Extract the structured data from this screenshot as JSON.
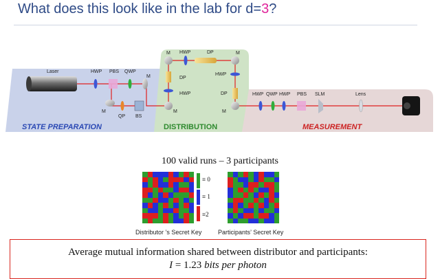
{
  "slide": {
    "title_prefix": "What does this look like in the lab for d=",
    "title_value": "3",
    "title_suffix": "?"
  },
  "setup": {
    "stages": {
      "state_preparation": "STATE PREPARATION",
      "distribution": "DISTRIBUTION",
      "measurement": "MEASUREMENT"
    },
    "labels": {
      "laser": "Laser",
      "hwp": "HWP",
      "pbs": "PBS",
      "qwp": "QWP",
      "m": "M",
      "qp": "QP",
      "bs": "BS",
      "dp": "DP",
      "slm": "SLM",
      "lens": "Lens"
    },
    "colors": {
      "prep_panel": "#c9d2ea",
      "dist_panel": "#cfe3c6",
      "meas_panel": "#e6d7d7",
      "prep_text": "#2b49b4",
      "dist_text": "#2f8a2f",
      "meas_text": "#cc2222",
      "beam": "#e02020"
    }
  },
  "keys": {
    "caption": "100 valid runs – 3 participants",
    "distributor_label": "Distributor ’s Secret Key",
    "participants_label": "Participants’ Secret Key",
    "legend": [
      "≡ 0",
      "≡ 1",
      "≡2"
    ],
    "colors": {
      "0": "#2e9e2e",
      "1": "#2330d8",
      "2": "#dd1f1f"
    },
    "distributor_grid": [
      [
        0,
        2,
        1,
        1,
        1,
        2,
        1,
        0,
        2,
        0
      ],
      [
        2,
        0,
        2,
        1,
        0,
        2,
        2,
        2,
        1,
        2
      ],
      [
        1,
        0,
        2,
        1,
        1,
        2,
        1,
        0,
        0,
        1
      ],
      [
        2,
        2,
        0,
        2,
        0,
        0,
        1,
        2,
        2,
        1
      ],
      [
        2,
        1,
        0,
        1,
        2,
        1,
        0,
        0,
        0,
        2
      ],
      [
        0,
        0,
        2,
        1,
        1,
        0,
        2,
        0,
        1,
        0
      ],
      [
        1,
        2,
        1,
        0,
        2,
        0,
        1,
        0,
        2,
        1
      ],
      [
        0,
        1,
        1,
        0,
        1,
        1,
        2,
        0,
        0,
        1
      ],
      [
        2,
        2,
        2,
        0,
        2,
        0,
        1,
        0,
        2,
        0
      ],
      [
        0,
        2,
        0,
        0,
        2,
        0,
        1,
        1,
        2,
        0
      ]
    ],
    "participants_grid": [
      [
        0,
        1,
        0,
        2,
        0,
        1,
        2,
        1,
        1,
        0
      ],
      [
        2,
        0,
        1,
        1,
        0,
        1,
        2,
        0,
        0,
        1
      ],
      [
        2,
        0,
        0,
        1,
        2,
        2,
        0,
        2,
        2,
        0
      ],
      [
        1,
        0,
        2,
        0,
        2,
        0,
        1,
        1,
        2,
        0
      ],
      [
        1,
        0,
        0,
        2,
        0,
        1,
        2,
        0,
        2,
        1
      ],
      [
        0,
        2,
        2,
        0,
        0,
        2,
        0,
        1,
        2,
        0
      ],
      [
        1,
        2,
        1,
        0,
        2,
        0,
        2,
        1,
        0,
        2
      ],
      [
        0,
        2,
        0,
        1,
        1,
        0,
        1,
        0,
        0,
        1
      ],
      [
        1,
        0,
        1,
        2,
        2,
        0,
        2,
        2,
        1,
        0
      ],
      [
        0,
        1,
        0,
        0,
        1,
        1,
        0,
        1,
        1,
        0
      ]
    ]
  },
  "result": {
    "line1": "Average mutual information shared between distributor and participants:",
    "symbol": "I",
    "equals": " = 1.23 ",
    "units": "bits per photon"
  }
}
